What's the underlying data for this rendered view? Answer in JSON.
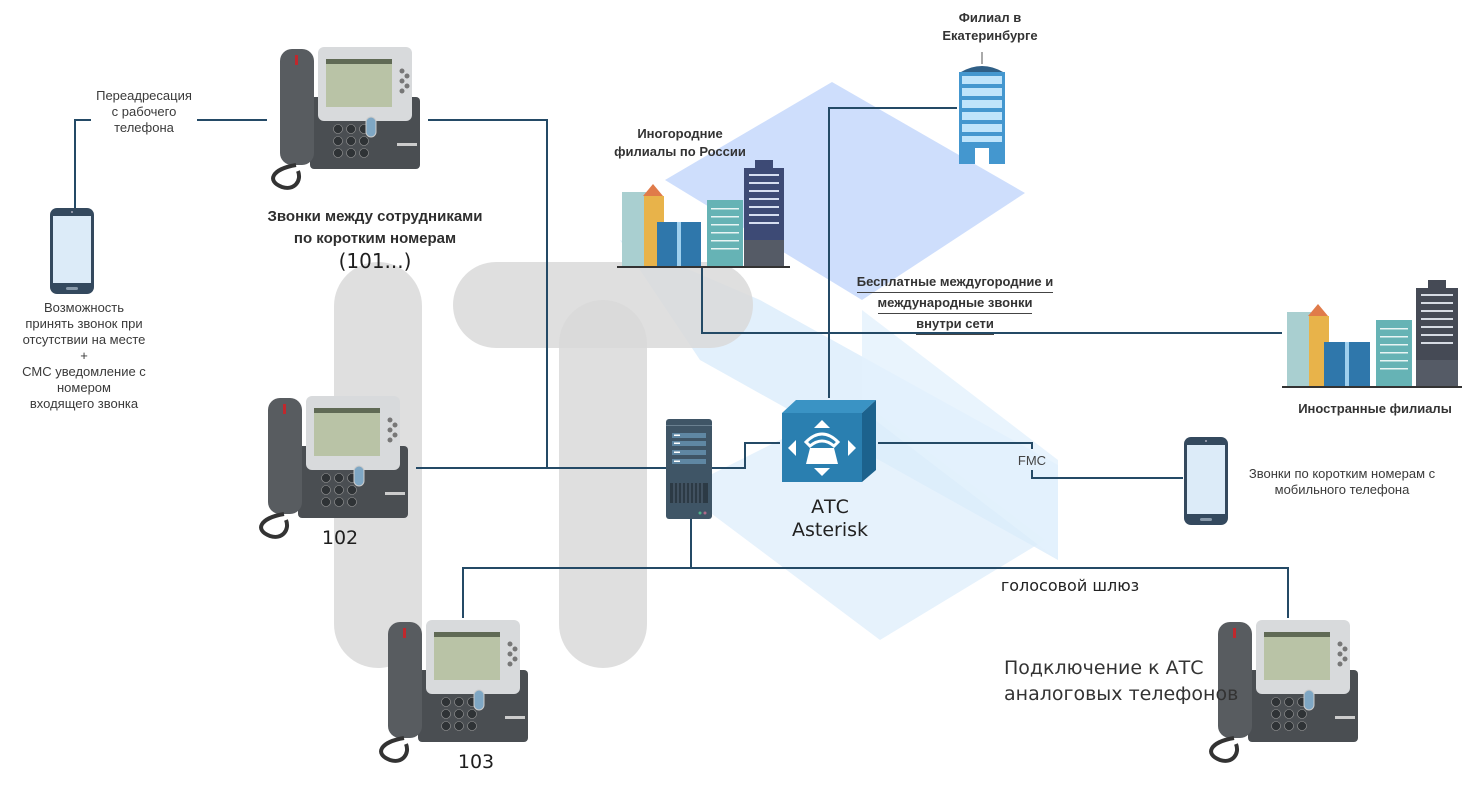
{
  "colors": {
    "line": "#244a66",
    "pbx_blue": "#2a7fb0",
    "watermark_gray": "#d9d9d9",
    "watermark_blue": "#cfe1fb"
  },
  "watermark": {
    "text": "IT"
  },
  "nodes": {
    "mobile_left": {
      "icon": "smartphone-icon",
      "caption": [
        "Возможность",
        "принять звонок при",
        "отсутствии на месте",
        "+",
        "СМС уведомление с",
        "номером",
        "входящего звонка"
      ]
    },
    "forward_label": [
      "Переадресация",
      "с рабочего",
      "телефона"
    ],
    "phone_101": {
      "icon": "ip-phone-icon",
      "caption": [
        "Звонки между сотрудниками",
        "по коротким номерам"
      ],
      "number": "(101...)"
    },
    "phone_102": {
      "icon": "ip-phone-icon",
      "number": "102"
    },
    "phone_103": {
      "icon": "ip-phone-icon",
      "number": "103"
    },
    "phone_analog": {
      "icon": "ip-phone-icon",
      "caption": [
        "Подключение к АТС",
        "аналоговых телефонов"
      ]
    },
    "branches_russia": {
      "icon": "city-buildings-icon",
      "caption": [
        "Иногородние",
        "филиалы по России"
      ]
    },
    "branch_ekb": {
      "icon": "office-tower-icon",
      "caption": [
        "Филиал в",
        "Екатеринбурге"
      ]
    },
    "branches_foreign": {
      "icon": "city-buildings-icon",
      "caption": [
        "Иностранные филиалы"
      ]
    },
    "free_calls": {
      "caption": [
        "Бесплатные междугородние и",
        "международные звонки",
        "внутри сети"
      ]
    },
    "server": {
      "icon": "server-icon"
    },
    "pbx": {
      "icon": "pbx-phone-cube-icon",
      "caption": [
        "АТС",
        "Asterisk"
      ]
    },
    "fmc": {
      "label": "FMC"
    },
    "mobile_right": {
      "icon": "smartphone-icon",
      "caption": [
        "Звонки по коротким номерам с",
        "мобильного телефона"
      ]
    },
    "gateway": {
      "label": "голосовой шлюз"
    }
  }
}
